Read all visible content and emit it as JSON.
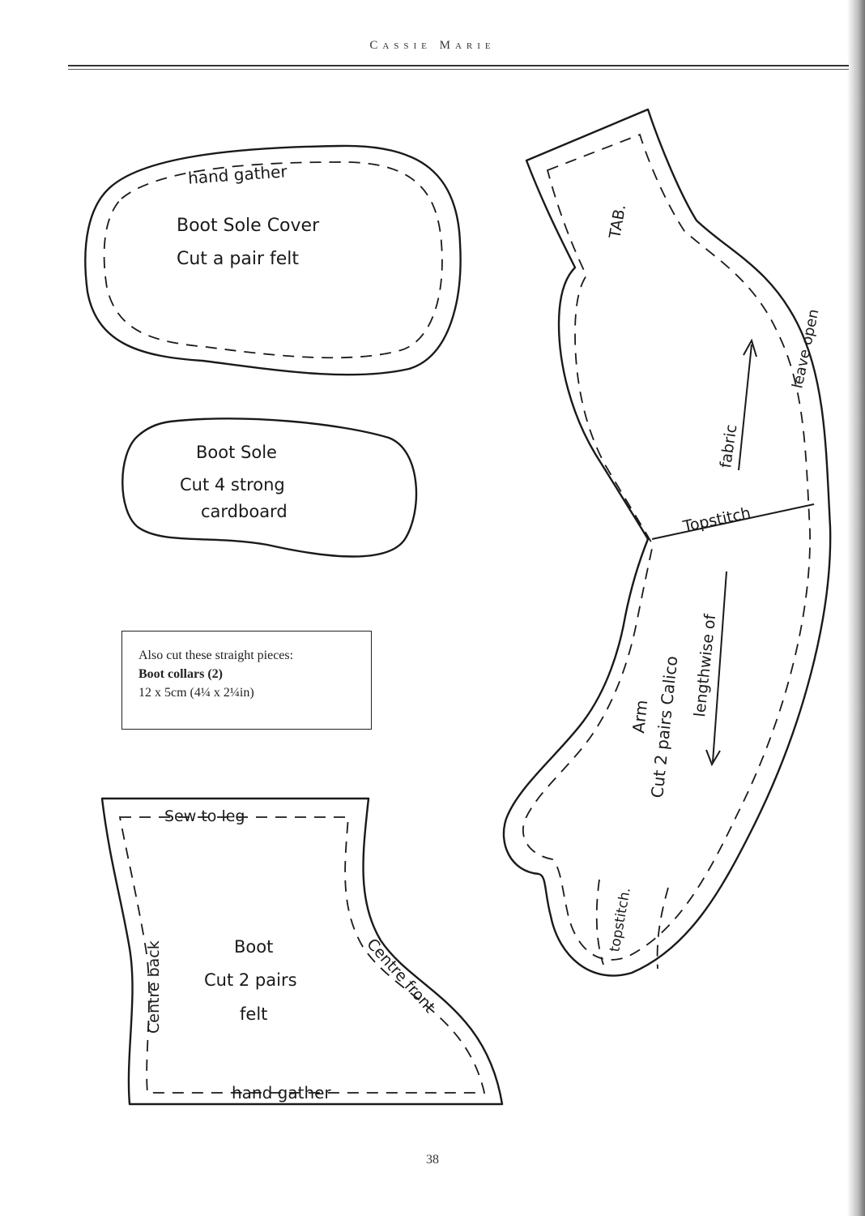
{
  "header": {
    "running_head": "Cassie Marie"
  },
  "patterns": {
    "sole_cover": {
      "gather_note": "hand gather",
      "title": "Boot Sole Cover",
      "instruction": "Cut a pair felt"
    },
    "sole": {
      "title": "Boot Sole",
      "instruction_1": "Cut 4 strong",
      "instruction_2": "cardboard"
    },
    "boot": {
      "top_note": "Sew to leg",
      "back_note": "Centre back",
      "front_note": "Centre front",
      "bottom_note": "hand gather",
      "title": "Boot",
      "instruction_1": "Cut 2 pairs",
      "instruction_2": "felt"
    },
    "arm": {
      "tab_label": "TAB.",
      "leave_open": "leave open",
      "fabric_note": "fabric",
      "topstitch_upper": "Topstitch",
      "title": "Arm",
      "instruction": "Cut 2 pairs Calico",
      "grain_note": "lengthwise of",
      "topstitch_hand": "topstitch."
    }
  },
  "info_box": {
    "intro": "Also cut these straight pieces:",
    "item_name": "Boot collars (2)",
    "item_size": "12 x 5cm (4¼ x 2¼in)"
  },
  "footer": {
    "page_number": "38"
  }
}
